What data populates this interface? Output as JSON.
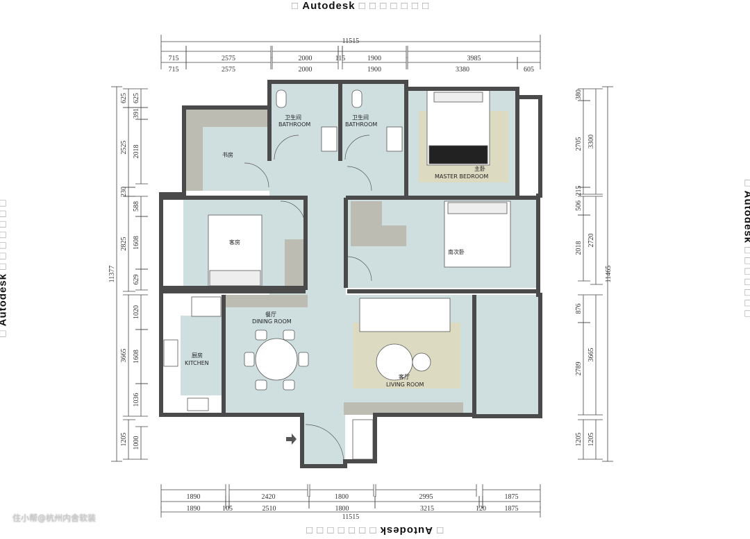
{
  "watermarks": {
    "top": {
      "pre": "□",
      "brand": "Autodesk",
      "post": "□ □ □ □ □ □ □"
    },
    "left": {
      "pre": "□",
      "brand": "Autodesk",
      "post": "□ □ □ □ □ □ □"
    },
    "right": {
      "pre": "□",
      "brand": "Autodesk",
      "post": "□ □ □ □ □ □ □"
    },
    "bottom": {
      "pre": "□",
      "brand": "Autodesk",
      "post": "□ □ □ □ □ □ □"
    },
    "credit": "住小帮@杭州内舍软装"
  },
  "rooms": {
    "study": "书房",
    "bath1_cn": "卫生间",
    "bath1_en": "BATHROOM",
    "bath2_cn": "卫生间",
    "bath2_en": "BATHROOM",
    "master_cn": "主卧",
    "master_en": "MASTER BEDROOM",
    "guest": "客房",
    "second": "南次卧",
    "kitchen_cn": "厨房",
    "kitchen_en": "KITCHEN",
    "dining_cn": "餐厅",
    "dining_en": "DINING ROOM",
    "living_cn": "客厅",
    "living_en": "LIVING ROOM"
  },
  "dimensions": {
    "top_total": "11515",
    "top_row1": [
      "715",
      "2575",
      "2000",
      "115",
      "1900",
      "3985"
    ],
    "top_row2": [
      "715",
      "2575",
      "2000",
      "1900",
      "3380",
      "605"
    ],
    "bottom_row1": [
      "1890",
      "2420",
      "1800",
      "2995",
      "1875"
    ],
    "bottom_row2": [
      "1890",
      "105",
      "2510",
      "1800",
      "3215",
      "120",
      "1875"
    ],
    "bottom_total": "11515",
    "left_total": "11377",
    "left_row1": [
      "625",
      "2525",
      "230",
      "2825",
      "3665",
      "1205"
    ],
    "left_row2": [
      "625",
      "391",
      "2018",
      "588",
      "1608",
      "629",
      "1020",
      "1608",
      "1036",
      "1000"
    ],
    "right_total": "11465",
    "right_row1": [
      "380",
      "2705",
      "215",
      "506",
      "2018",
      "876",
      "2789",
      "1205"
    ],
    "right_row2": [
      "3300",
      "2720",
      "3665",
      "1205"
    ]
  },
  "colors": {
    "wall": "#4a4a4a",
    "floor": "#cfdfe0",
    "gray": "#bdbcb3",
    "rug": "#dcdbc2"
  }
}
